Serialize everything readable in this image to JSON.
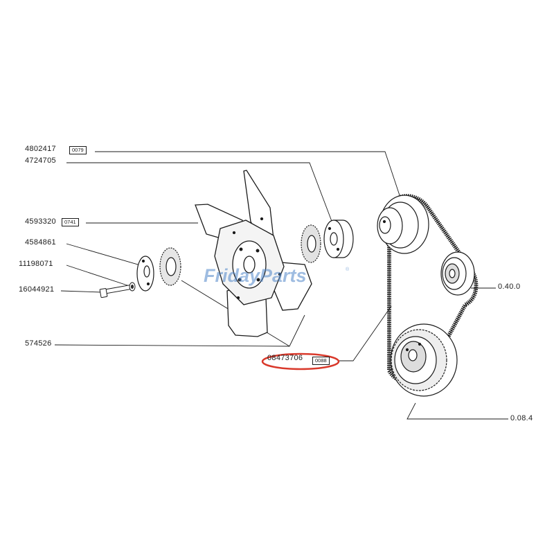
{
  "watermark": {
    "text": "FridayParts",
    "registered_mark": "®",
    "color": "#4f86c9"
  },
  "highlight_color": "#d9392b",
  "line_color": "#1a1a1a",
  "callouts": [
    {
      "id": "c1",
      "part_number": "4802417",
      "ref_code": "0079"
    },
    {
      "id": "c2",
      "part_number": "4724705",
      "ref_code": ""
    },
    {
      "id": "c3",
      "part_number": "4593320",
      "ref_code": "0741"
    },
    {
      "id": "c4",
      "part_number": "4584861",
      "ref_code": ""
    },
    {
      "id": "c5",
      "part_number": "11198071",
      "ref_code": ""
    },
    {
      "id": "c6",
      "part_number": "16044921",
      "ref_code": ""
    },
    {
      "id": "c7",
      "part_number": "574526",
      "ref_code": ""
    },
    {
      "id": "c8",
      "part_number": "08473706",
      "ref_code": "0088",
      "highlighted": true
    },
    {
      "id": "c9",
      "part_number": "0.40.0",
      "ref_code": ""
    },
    {
      "id": "c10",
      "part_number": "0.08.4",
      "ref_code": ""
    }
  ],
  "parts": {
    "fan": "cooling-fan",
    "spacer": "fan-spacer",
    "hub": "fan-hub",
    "gasket": "gasket-ring",
    "washer": "washer",
    "bolt": "bolt",
    "belt": "v-belt",
    "water_pump_pulley": "water-pump-pulley",
    "idler_pulley": "alternator-pulley",
    "crank_pulley": "crankshaft-pulley"
  }
}
